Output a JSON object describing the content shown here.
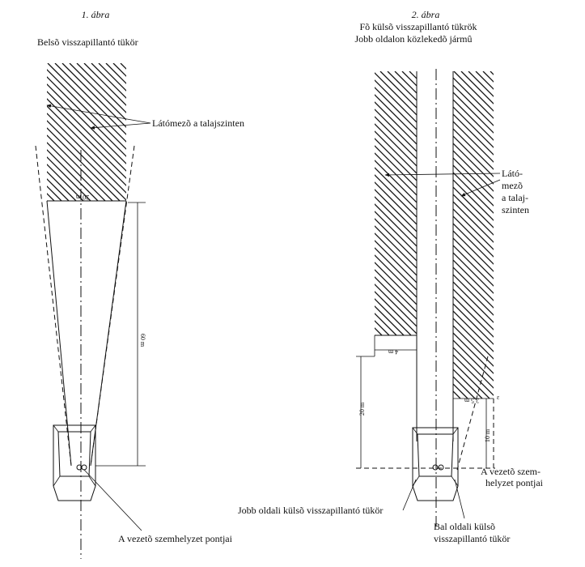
{
  "figure1": {
    "title": "1. ábra",
    "subtitle": "Belsõ visszapillantó tükör",
    "label_field": "Látómezõ a talajszinten",
    "dim_width": "20 m",
    "dim_distance": "60 m",
    "label_eye": "A vezetõ szemhelyzet pontjai"
  },
  "figure2": {
    "title": "2. ábra",
    "subtitle_line1": "Fõ külsõ visszapillantó tükrök",
    "subtitle_line2": "Jobb oldalon közlekedõ jármû",
    "label_field_1": "Látó-",
    "label_field_2": "mezõ",
    "label_field_3": "a talaj-",
    "label_field_4": "szinten",
    "dim_width_left": "4 m",
    "dim_width_right": "2,5 m",
    "dim_distance_left": "20 m",
    "dim_distance_right": "10 m",
    "label_eye_1": "A vezetõ szem-",
    "label_eye_2": "helyzet pontjai",
    "label_right_mirror": "Jobb oldali külsõ visszapillantó tükör",
    "label_left_mirror_1": "Bal oldali külsõ",
    "label_left_mirror_2": "visszapillantó tükör"
  }
}
